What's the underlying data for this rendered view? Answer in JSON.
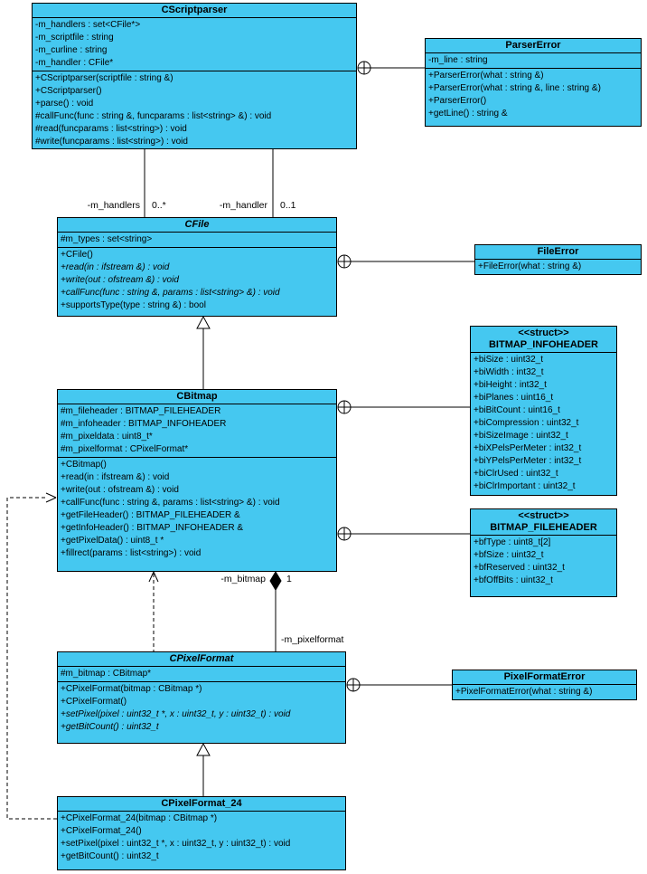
{
  "diagram": {
    "background": "#ffffff",
    "box_fill": "#45c8f0",
    "box_border": "#000000",
    "text_color": "#000000"
  },
  "classes": {
    "scriptparser": {
      "name": "CScriptparser",
      "attrs": [
        "-m_handlers : set<CFile*>",
        "-m_scriptfile : string",
        "-m_curline : string",
        "-m_handler : CFile*"
      ],
      "methods": [
        "+CScriptparser(scriptfile : string &)",
        "+CScriptparser()",
        "+parse() : void",
        "#callFunc(func : string &, funcparams : list<string> &) : void",
        "#read(funcparams : list<string>) : void",
        "#write(funcparams : list<string>) : void"
      ]
    },
    "parsererror": {
      "name": "ParserError",
      "attrs": [
        "-m_line : string"
      ],
      "methods": [
        "+ParserError(what : string &)",
        "+ParserError(what : string &, line : string &)",
        "+ParserError()",
        "+getLine() : string &"
      ]
    },
    "cfile": {
      "name": "CFile",
      "abstract": true,
      "attrs": [
        "#m_types : set<string>"
      ],
      "methods": [
        "+CFile()",
        {
          "t": "+read(in : ifstream &) : void",
          "i": true
        },
        {
          "t": "+write(out : ofstream &) : void",
          "i": true
        },
        {
          "t": "+callFunc(func : string &, params : list<string> &) : void",
          "i": true
        },
        "+supportsType(type : string &) : bool"
      ]
    },
    "fileerror": {
      "name": "FileError",
      "methods": [
        "+FileError(what : string &)"
      ]
    },
    "cbitmap": {
      "name": "CBitmap",
      "attrs": [
        "#m_fileheader : BITMAP_FILEHEADER",
        "#m_infoheader : BITMAP_INFOHEADER",
        "#m_pixeldata : uint8_t*",
        "#m_pixelformat : CPixelFormat*"
      ],
      "methods": [
        "+CBitmap()",
        "+read(in : ifstream &) : void",
        "+write(out : ofstream &) : void",
        "+callFunc(func : string &, params : list<string> &) : void",
        "+getFileHeader() : BITMAP_FILEHEADER &",
        "+getInfoHeader() : BITMAP_INFOHEADER &",
        "+getPixelData() : uint8_t *",
        "+fillrect(params : list<string>) : void"
      ]
    },
    "infoheader": {
      "stereotype": "<<struct>>",
      "name": "BITMAP_INFOHEADER",
      "attrs": [
        "+biSize : uint32_t",
        "+biWidth : int32_t",
        "+biHeight : int32_t",
        "+biPlanes : uint16_t",
        "+biBitCount : uint16_t",
        "+biCompression : uint32_t",
        "+biSizeImage : uint32_t",
        "+biXPelsPerMeter : int32_t",
        "+biYPelsPerMeter : int32_t",
        "+biClrUsed : uint32_t",
        "+biClrImportant : uint32_t"
      ]
    },
    "fileheader": {
      "stereotype": "<<struct>>",
      "name": "BITMAP_FILEHEADER",
      "attrs": [
        "+bfType : uint8_t[2]",
        "+bfSize : uint32_t",
        "+bfReserved : uint32_t",
        "+bfOffBits : uint32_t"
      ]
    },
    "cpixelformat": {
      "name": "CPixelFormat",
      "abstract": true,
      "attrs": [
        "#m_bitmap : CBitmap*"
      ],
      "methods": [
        "+CPixelFormat(bitmap : CBitmap *)",
        "+CPixelFormat()",
        {
          "t": "+setPixel(pixel : uint32_t *, x : uint32_t, y : uint32_t) : void",
          "i": true
        },
        {
          "t": "+getBitCount() : uint32_t",
          "i": true
        }
      ]
    },
    "pixelformaterror": {
      "name": "PixelFormatError",
      "methods": [
        "+PixelFormatError(what : string &)"
      ]
    },
    "cpixelformat24": {
      "name": "CPixelFormat_24",
      "methods": [
        "+CPixelFormat_24(bitmap : CBitmap *)",
        "+CPixelFormat_24()",
        "+setPixel(pixel : uint32_t *, x : uint32_t, y : uint32_t) : void",
        "+getBitCount() : uint32_t"
      ]
    }
  },
  "edge_labels": {
    "handlers_role": "-m_handlers",
    "handlers_mult": "0..*",
    "handler_role": "-m_handler",
    "handler_mult": "0..1",
    "bitmap_role": "-m_bitmap",
    "bitmap_mult": "1",
    "pixelformat_role": "-m_pixelformat"
  }
}
